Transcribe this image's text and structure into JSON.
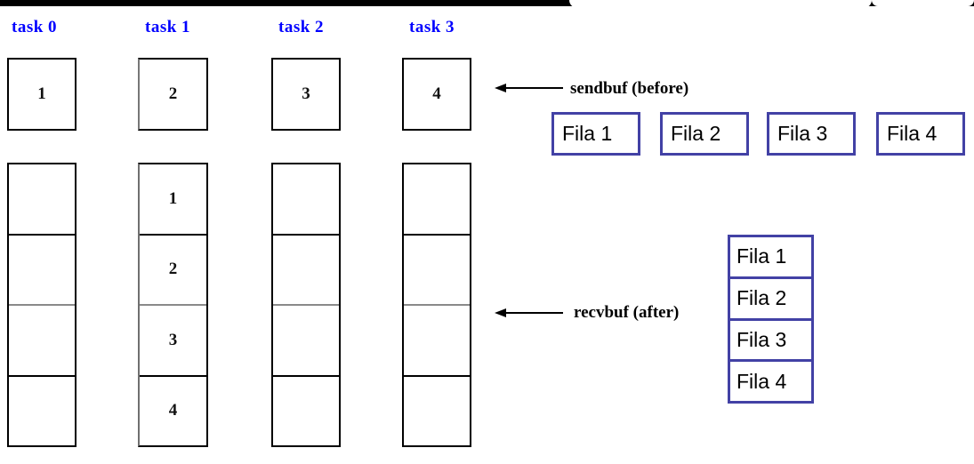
{
  "diagram": {
    "title_hidden": "",
    "colors": {
      "task_label": "#0000ff",
      "box_border": "#000000",
      "fila_border": "#4241a5",
      "background": "#ffffff"
    },
    "task_labels": [
      {
        "text": "task 0"
      },
      {
        "text": "task 1"
      },
      {
        "text": "task 2"
      },
      {
        "text": "task 3"
      }
    ],
    "sendbuf_row": {
      "annotation": "sendbuf (before)",
      "cells": [
        {
          "value": "1"
        },
        {
          "value": "2"
        },
        {
          "value": "3"
        },
        {
          "value": "4"
        }
      ]
    },
    "recvbuf_columns": {
      "annotation": "recvbuf (after)",
      "columns": [
        {
          "owner": "task 0",
          "cells": [
            "",
            "",
            "",
            ""
          ]
        },
        {
          "owner": "task 1",
          "cells": [
            "1",
            "2",
            "3",
            "4"
          ]
        },
        {
          "owner": "task 2",
          "cells": [
            "",
            "",
            "",
            ""
          ]
        },
        {
          "owner": "task 3",
          "cells": [
            "",
            "",
            "",
            ""
          ]
        }
      ]
    },
    "fila_row": {
      "items": [
        {
          "label": "Fila 1"
        },
        {
          "label": "Fila 2"
        },
        {
          "label": "Fila 3"
        },
        {
          "label": "Fila 4"
        }
      ]
    },
    "fila_stack": {
      "items": [
        {
          "label": "Fila 1"
        },
        {
          "label": "Fila 2"
        },
        {
          "label": "Fila 3"
        },
        {
          "label": "Fila 4"
        }
      ]
    }
  }
}
